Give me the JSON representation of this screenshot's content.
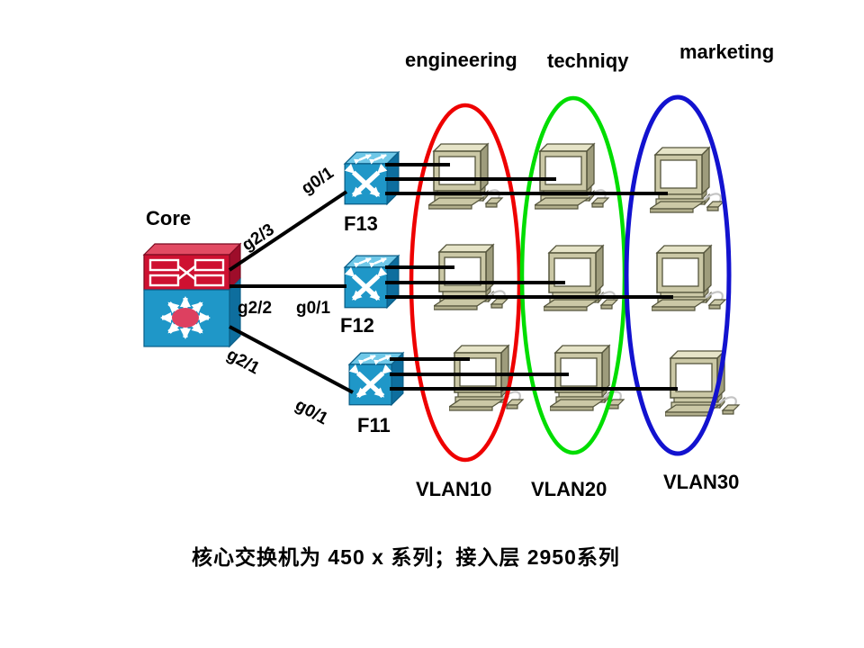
{
  "departments": [
    {
      "label": "engineering",
      "vlan": "VLAN10",
      "color": "#ee0000"
    },
    {
      "label": "techniqy",
      "vlan": "VLAN20",
      "color": "#00dd00"
    },
    {
      "label": "marketing",
      "vlan": "VLAN30",
      "color": "#1212cf"
    }
  ],
  "core_switch": {
    "label": "Core"
  },
  "access_switches": [
    {
      "label": "F13",
      "core_port": "g2/3",
      "switch_port": "g0/1"
    },
    {
      "label": "F12",
      "core_port": "g2/2",
      "switch_port": "g0/1"
    },
    {
      "label": "F11",
      "core_port": "g2/1",
      "switch_port": "g0/1"
    }
  ],
  "note": "核心交换机为  450 x 系列；接入层  2950系列",
  "colors": {
    "link": "#000000",
    "access_switch_blue": "#1f97c8",
    "core_red": "#ce1131",
    "pc_beige": "#cbc8a6"
  }
}
